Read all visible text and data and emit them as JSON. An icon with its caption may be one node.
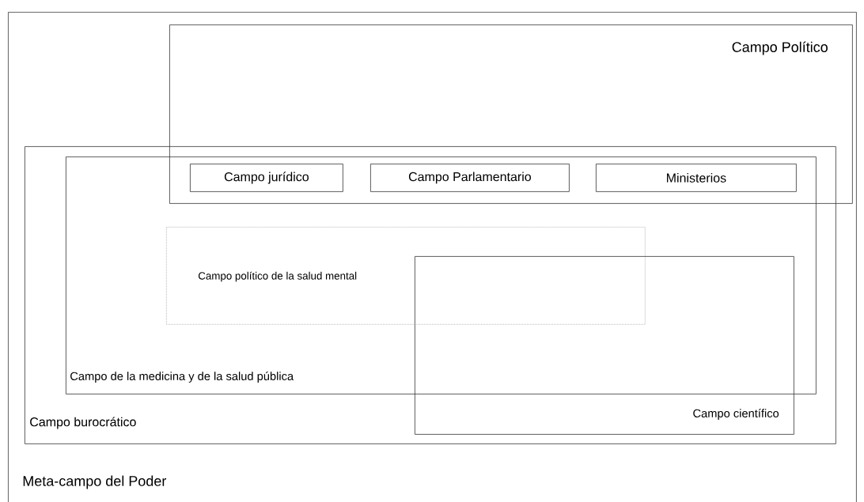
{
  "diagram": {
    "nodes": [
      {
        "text": [
          "Meta-campo del Poder"
        ]
      },
      {
        "text": [
          "Campo Político"
        ],
        "in": 0
      },
      {
        "text": [
          "Campo burocrático"
        ],
        "in": 0
      },
      {
        "text": [
          "Campo de la medicina y de la salud pública"
        ],
        "in": 2
      },
      {
        "text": [
          "Campo jurídico"
        ]
      },
      {
        "text": [
          "Campo Parlamentario"
        ]
      },
      {
        "text": [
          "Ministerios"
        ]
      },
      {
        "text": [
          "Campo político de la salud mental"
        ],
        "in": 3
      },
      {
        "text": [
          "Campo científico"
        ],
        "in": 2
      }
    ]
  }
}
